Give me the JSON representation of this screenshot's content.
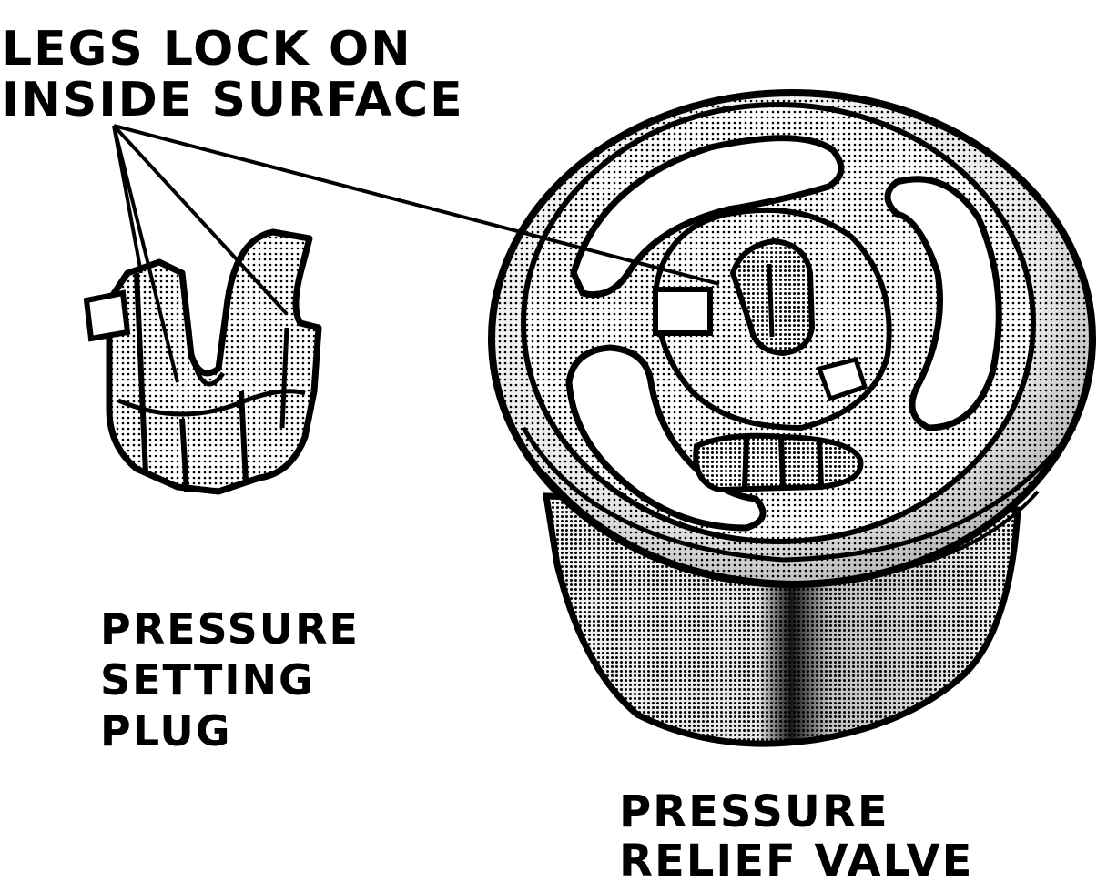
{
  "labels": {
    "legs_callout": [
      "LEGS LOCK ON",
      "INSIDE SURFACE"
    ],
    "plug": [
      "PRESSURE",
      "SETTING",
      "PLUG"
    ],
    "valve": [
      "PRESSURE",
      "RELIEF VALVE"
    ]
  },
  "colors": {
    "ink": "#000000",
    "paper": "#ffffff",
    "halftone_light": "#d9d9d9",
    "halftone_mid": "#b5b5b5",
    "halftone_dark": "#8c8c8c"
  }
}
